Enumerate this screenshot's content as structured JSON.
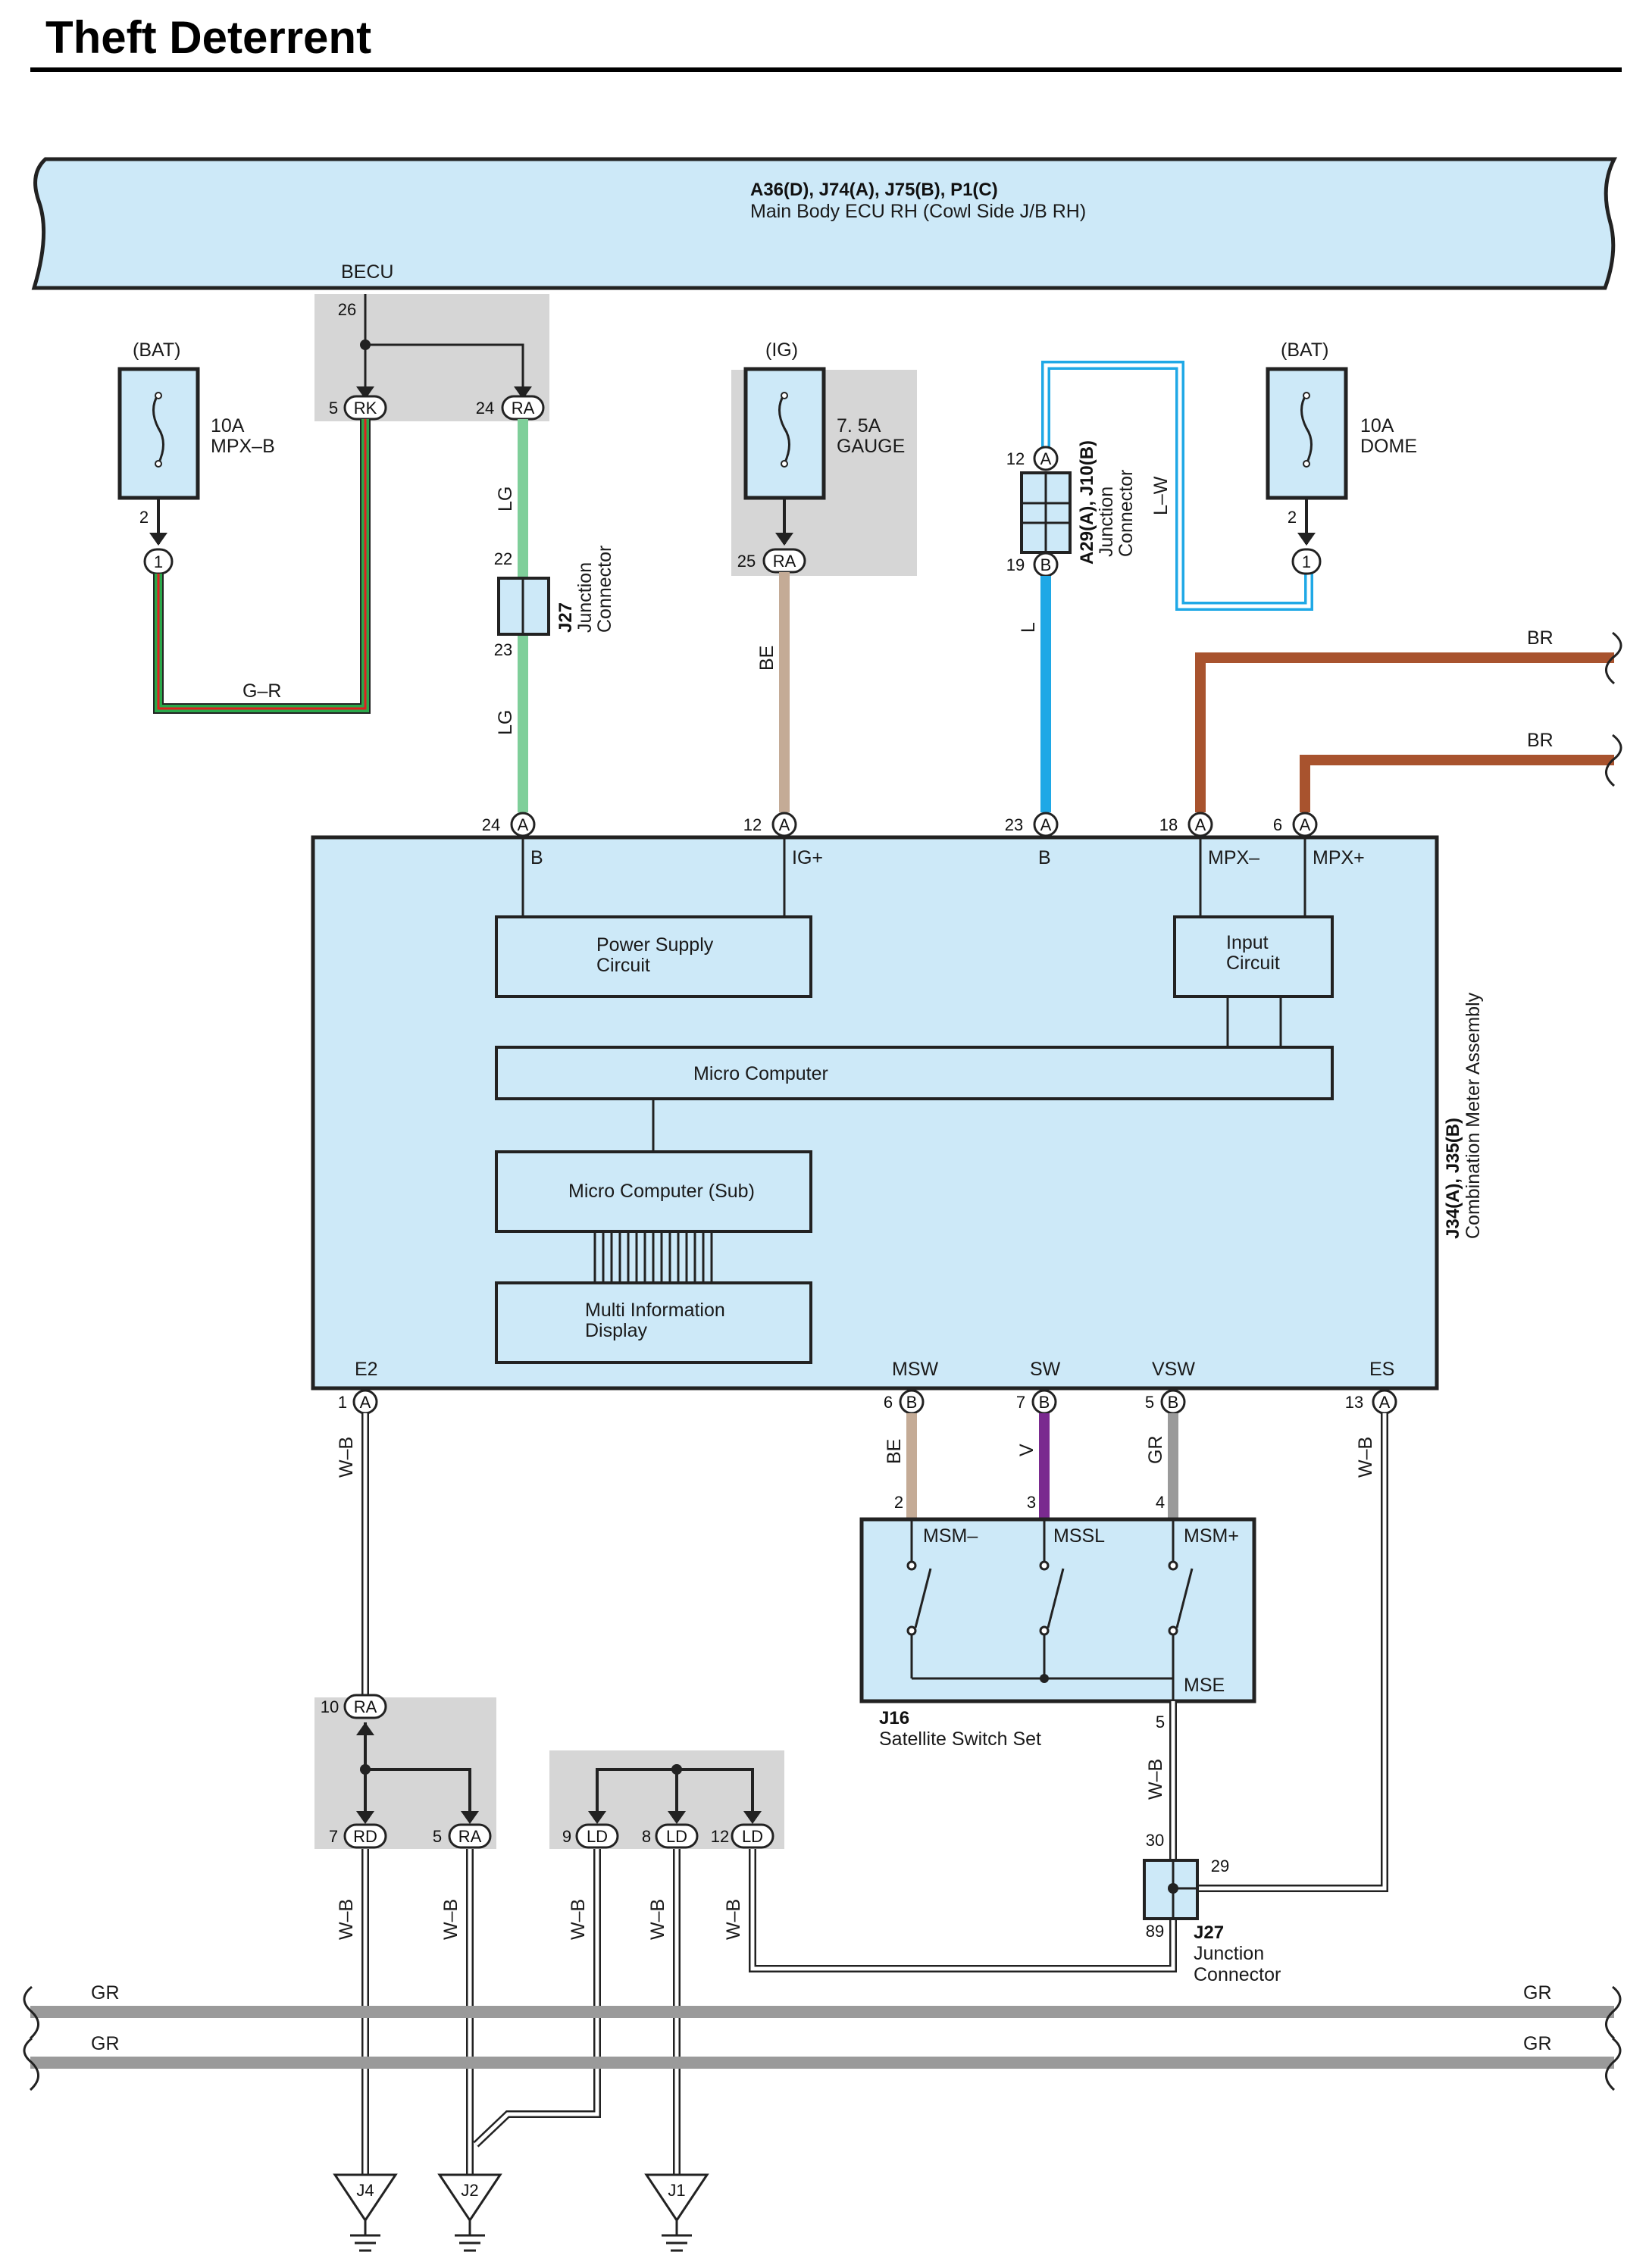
{
  "title": "Theft Deterrent",
  "top_ecu": {
    "connectors": "A36(D), J74(A), J75(B), P1(C)",
    "name": "Main Body ECU RH (Cowl Side J/B RH)",
    "becu": "BECU",
    "becu_pin": "26"
  },
  "fuses": [
    {
      "source": "(BAT)",
      "rating": "10A",
      "name": "MPX–B",
      "pin_top": "2",
      "pin_conn": "1"
    },
    {
      "source": "(IG)",
      "rating": "7. 5A",
      "name": "GAUGE",
      "pin_conn": "25",
      "conn": "RA"
    },
    {
      "source": "(BAT)",
      "rating": "10A",
      "name": "DOME",
      "pin_top": "2",
      "pin_conn": "1"
    }
  ],
  "jb_top": {
    "pin_rk": "5",
    "conn_rk": "RK",
    "pin_ra": "24",
    "conn_ra": "RA"
  },
  "wires": {
    "g_r": "G–R",
    "lg1": "LG",
    "lg2": "LG",
    "be_gauge": "BE",
    "l": "L",
    "l_w": "L–W",
    "br1": "BR",
    "br2": "BR",
    "wb": "W–B",
    "be": "BE",
    "v": "V",
    "gr": "GR",
    "gr_bus": "GR"
  },
  "j27_top": {
    "id": "J27",
    "label1": "Junction",
    "label2": "Connector",
    "pin_in": "22",
    "pin_out": "23"
  },
  "a29": {
    "id": "A29(A), J10(B)",
    "label1": "Junction",
    "label2": "Connector",
    "pin_a": "12",
    "conn_a": "A",
    "pin_b": "19",
    "conn_b": "B"
  },
  "meter": {
    "connectors": "J34(A), J35(B)",
    "name": "Combination Meter Assembly",
    "top_pins": [
      {
        "num": "24",
        "conn": "A",
        "term": "B"
      },
      {
        "num": "12",
        "conn": "A",
        "term": "IG+"
      },
      {
        "num": "23",
        "conn": "A",
        "term": "B"
      },
      {
        "num": "18",
        "conn": "A",
        "term": "MPX–"
      },
      {
        "num": "6",
        "conn": "A",
        "term": "MPX+"
      }
    ],
    "bottom_pins": [
      {
        "num": "1",
        "conn": "A",
        "term": "E2"
      },
      {
        "num": "6",
        "conn": "B",
        "term": "MSW"
      },
      {
        "num": "7",
        "conn": "B",
        "term": "SW"
      },
      {
        "num": "5",
        "conn": "B",
        "term": "VSW"
      },
      {
        "num": "13",
        "conn": "A",
        "term": "ES"
      }
    ],
    "blocks": {
      "power1": "Power Supply",
      "power2": "Circuit",
      "input1": "Input",
      "input2": "Circuit",
      "micro": "Micro Computer",
      "sub": "Micro Computer (Sub)",
      "mid1": "Multi Information",
      "mid2": "Display"
    }
  },
  "satellite": {
    "id": "J16",
    "name": "Satellite Switch Set",
    "pin_msm_minus": "2",
    "pin_mssl": "3",
    "pin_msm_plus": "4",
    "term_msm_minus": "MSM–",
    "term_mssl": "MSSL",
    "term_msm_plus": "MSM+",
    "term_mse": "MSE",
    "pin_mse": "5"
  },
  "j27_bottom": {
    "id": "J27",
    "label1": "Junction",
    "label2": "Connector",
    "pin_30": "30",
    "pin_29": "29",
    "pin_89": "89"
  },
  "jb_ra": {
    "pin_10": "10",
    "conn_10": "RA",
    "pin_7": "7",
    "conn_7": "RD",
    "pin_5": "5",
    "conn_5": "RA"
  },
  "jb_ld": {
    "pin_9": "9",
    "pin_8": "8",
    "pin_12": "12",
    "conn": "LD"
  },
  "grounds": {
    "j4": "J4",
    "j2": "J2",
    "j1": "J1"
  },
  "colors": {
    "box_fill": "#cde9f8",
    "lg": "#7fcf9a",
    "be": "#c4ab96",
    "l": "#1fa8e6",
    "br": "#a8532e",
    "v": "#7a2a8f",
    "gr": "#9a9a9a",
    "gray_jb": "#d6d6d6"
  }
}
